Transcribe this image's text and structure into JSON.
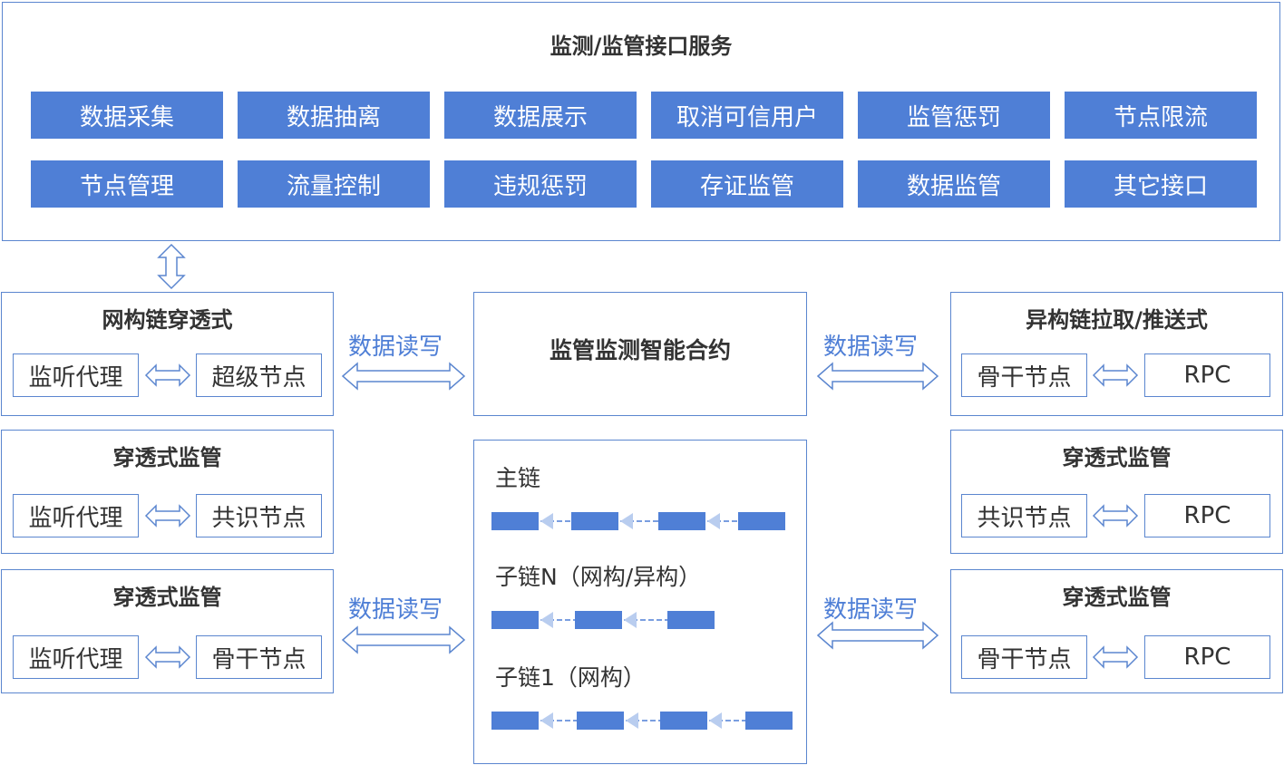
{
  "top_panel": {
    "title": "监测/监管接口服务",
    "buttons_row1": [
      "数据采集",
      "数据抽离",
      "数据展示",
      "取消可信用户",
      "监管惩罚",
      "节点限流"
    ],
    "buttons_row2": [
      "节点管理",
      "流量控制",
      "违规惩罚",
      "存证监管",
      "数据监管",
      "其它接口"
    ]
  },
  "left_panels": [
    {
      "title": "网构链穿透式",
      "left": "监听代理",
      "right": "超级节点"
    },
    {
      "title": "穿透式监管",
      "left": "监听代理",
      "right": "共识节点"
    },
    {
      "title": "穿透式监管",
      "left": "监听代理",
      "right": "骨干节点"
    }
  ],
  "right_panels": [
    {
      "title": "异构链拉取/推送式",
      "left": "骨干节点",
      "right": "RPC"
    },
    {
      "title": "穿透式监管",
      "left": "共识节点",
      "right": "RPC"
    },
    {
      "title": "穿透式监管",
      "left": "骨干节点",
      "right": "RPC"
    }
  ],
  "center": {
    "contract_title": "监管监测智能合约",
    "chains": [
      {
        "label": "主链",
        "blocks": 4
      },
      {
        "label": "子链N（网构/异构）",
        "blocks": 3
      },
      {
        "label": "子链1（网构）",
        "blocks": 4
      }
    ]
  },
  "connector_labels": [
    "数据读写",
    "数据读写",
    "数据读写",
    "数据读写"
  ],
  "colors": {
    "accent": "#4f7fd6",
    "border": "#5b86cf",
    "arrow_fill": "#ffffff"
  }
}
